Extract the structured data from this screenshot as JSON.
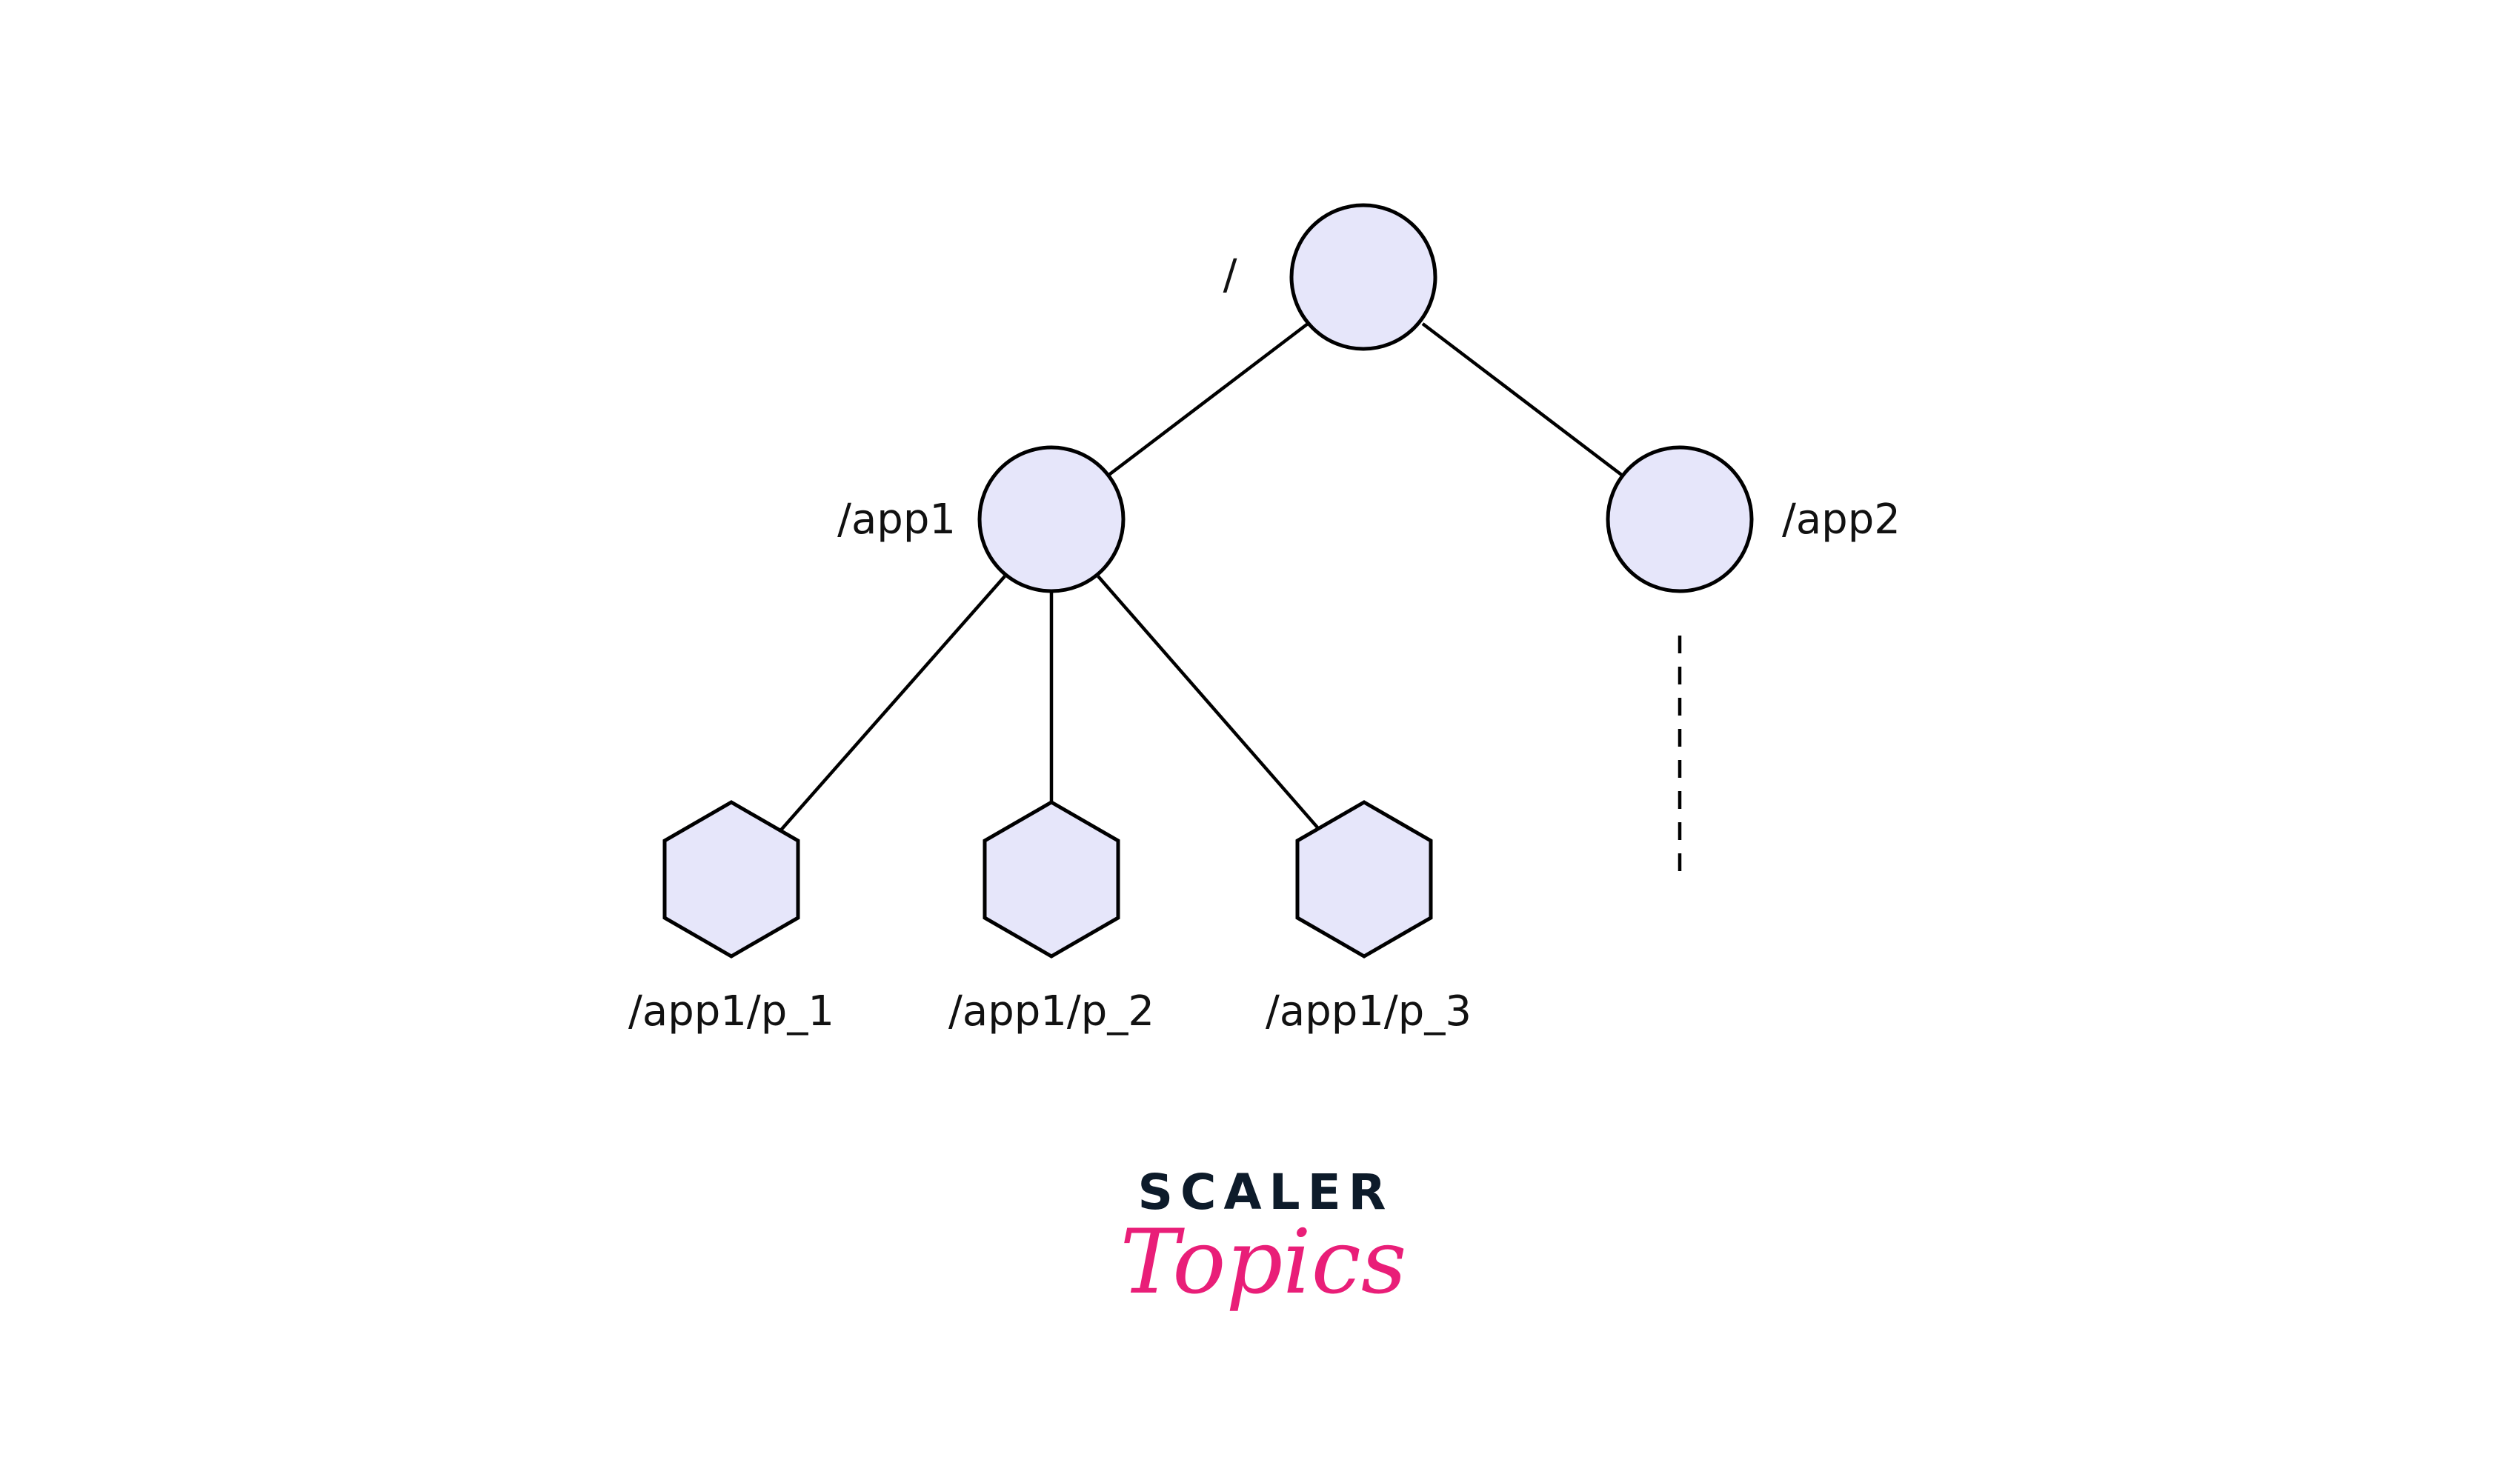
{
  "nodes": {
    "root": "/",
    "app1": "/app1",
    "app2": "/app2",
    "p1": "/app1/p_1",
    "p2": "/app1/p_2",
    "p3": "/app1/p_3"
  },
  "logo": {
    "line1": "SCALER",
    "line2": "Topics"
  },
  "colors": {
    "node_fill": "#e6e6fa",
    "logo_dark": "#0d1b2a",
    "logo_pink": "#e91e78"
  }
}
